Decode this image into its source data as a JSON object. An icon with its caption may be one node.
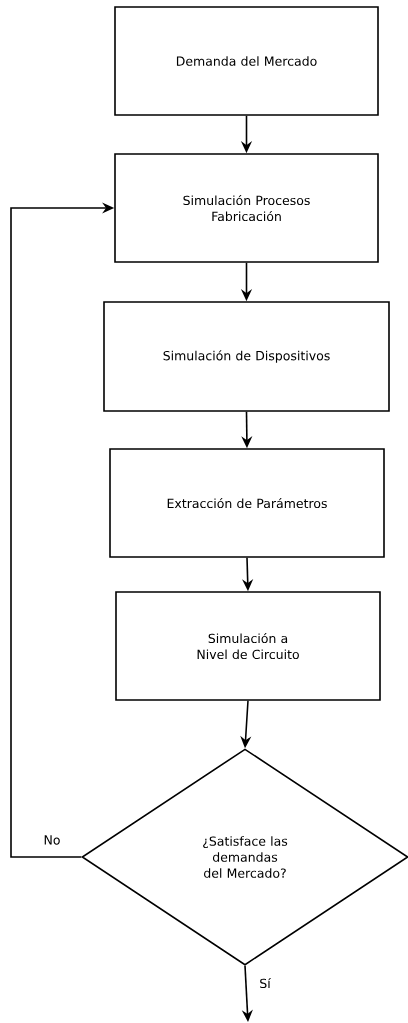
{
  "diagram": {
    "nodes": [
      {
        "text": [
          "Demanda del Mercado"
        ]
      },
      {
        "text": [
          "Simulación Procesos Fabricación"
        ]
      },
      {
        "text": [
          "Simulación de Dispositivos"
        ]
      },
      {
        "text": [
          "Extracción de Parámetros"
        ]
      },
      {
        "text": [
          "Simulación a Nivel de Circuito"
        ]
      },
      {
        "text": [
          "¿Satisface las demandas del Mercado?"
        ]
      }
    ],
    "edges": [
      {
        "from": 0,
        "to": 1,
        "arrow": "to"
      },
      {
        "from": 1,
        "to": 2,
        "arrow": "to"
      },
      {
        "from": 2,
        "to": 3,
        "arrow": "to"
      },
      {
        "from": 3,
        "to": 4,
        "arrow": "to"
      },
      {
        "from": 4,
        "to": 5,
        "arrow": "to"
      },
      {
        "from": 5,
        "to": 1,
        "arrow": "to",
        "label": "No"
      },
      {
        "from": 5,
        "to": null,
        "arrow": "to",
        "label": "Sí"
      }
    ]
  }
}
